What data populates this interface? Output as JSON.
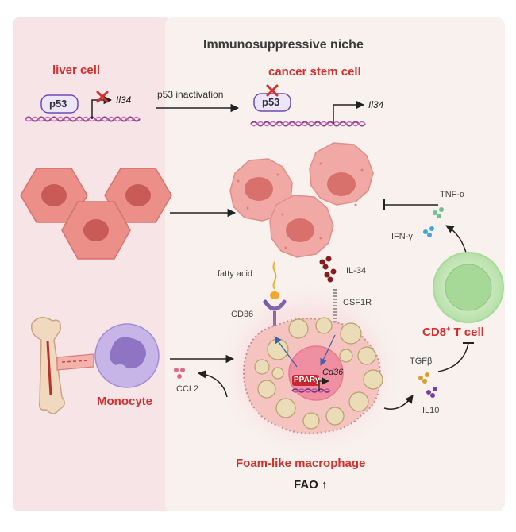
{
  "title": "Immunosuppressive niche",
  "liver_cell": {
    "label": "liver cell",
    "protein": "p53",
    "gene": "Il34"
  },
  "transition_label": "p53 inactivation",
  "cancer_stem_cell": {
    "label": "cancer stem cell",
    "protein": "p53",
    "gene": "Il34"
  },
  "cytokines": {
    "tnf_alpha": "TNF-α",
    "ifn_gamma": "IFN-γ",
    "il34": "IL-34",
    "ccl2": "CCL2",
    "tgfb": "TGFβ",
    "il10": "IL10"
  },
  "receptors": {
    "cd36": "CD36",
    "csf1r": "CSF1R"
  },
  "fatty_acid": "fatty acid",
  "nucleus": {
    "tf": "PPARγ",
    "gene": "Cd36"
  },
  "tcell": {
    "label_main": "CD8",
    "label_sup": "+",
    "label_rest": " T cell"
  },
  "monocyte": "Monocyte",
  "macrophage": "Foam-like macrophage",
  "fao": {
    "label": "FAO",
    "arrow": "↑"
  },
  "colors": {
    "left_panel": "#f7e4e6",
    "right_panel": "#f8f1ee",
    "accent_red": "#d32f2f",
    "liver_cell": "#ec8f89",
    "cancer_cell": "#f1a9a5",
    "monocyte": "#b9a2de",
    "tcell": "#bfe3b4",
    "macrophage": "#f5c4c1",
    "lipid": "#e9dcb6",
    "dna": "#9b3c8f"
  }
}
